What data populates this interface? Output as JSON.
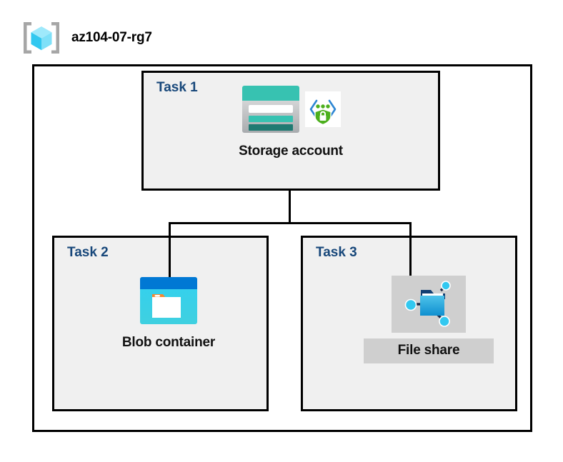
{
  "header": {
    "title": "az104-07-rg7",
    "icon": "resource-group-icon"
  },
  "diagram": {
    "frame_name": "resource-group-frame",
    "accent_color": "#17477a",
    "box_fill": "#f0f0f0",
    "line_color": "#000000",
    "selection_color": "#cfcfcf",
    "tasks": [
      {
        "label": "Task 1",
        "node_caption": "Storage account",
        "icons": [
          "storage-account-icon",
          "secure-endpoint-shield-icon"
        ],
        "selected": false
      },
      {
        "label": "Task 2",
        "node_caption": "Blob container",
        "icons": [
          "blob-container-icon"
        ],
        "selected": false
      },
      {
        "label": "Task 3",
        "node_caption": "File share",
        "icons": [
          "file-share-icon"
        ],
        "selected": true
      }
    ],
    "connections": [
      {
        "from": "Storage account",
        "to": "Blob container"
      },
      {
        "from": "Storage account",
        "to": "File share"
      }
    ]
  }
}
